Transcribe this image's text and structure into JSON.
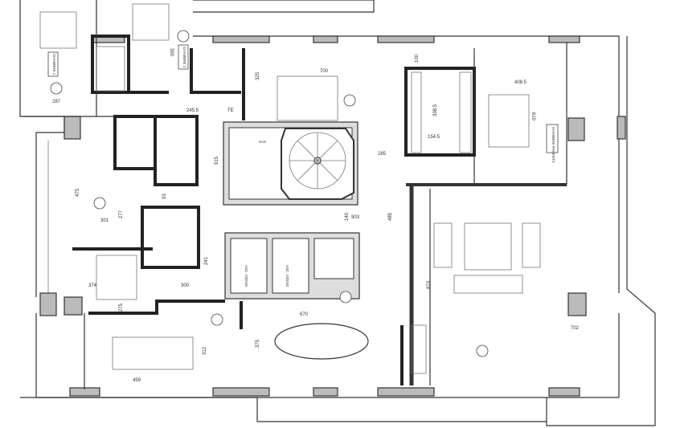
{
  "plan": {
    "dimensions": [
      "287",
      "390",
      "700",
      "325",
      "100",
      "245.5",
      "408.5",
      "338.5",
      "610",
      "915",
      "475",
      "301",
      "277",
      "93",
      "241",
      "374",
      "300",
      "275",
      "312",
      "459",
      "375",
      "670",
      "702",
      "873",
      "485",
      "140",
      "903",
      "154.5",
      "285",
      "TE"
    ],
    "room_labels": {
      "elevator_1": "ASC. VIDINO",
      "elevator_2": "ASC. VIDINO",
      "master_bedroom": "CHAMBRE PARENTS",
      "bedroom_1": "CHAMBRE 1",
      "bedroom_2": "CHAMBRE 2",
      "stair_hall": "SAS"
    }
  }
}
